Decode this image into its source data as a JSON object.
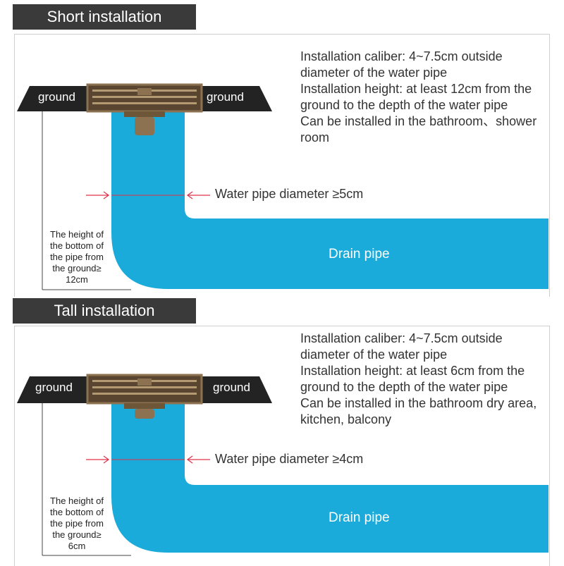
{
  "colors": {
    "title_bar": "#3a3a3a",
    "pipe_blue": "#1aabdb",
    "ground_slab": "#232323",
    "drain_brass": "#8c7250",
    "arrow_red": "#e0304a"
  },
  "short": {
    "title": "Short installation",
    "ground_left": "ground",
    "ground_right": "ground",
    "info": [
      "Installation caliber: 4~7.5cm outside diameter of the water pipe",
      "Installation height: at least 12cm from the ground to the depth of the water pipe",
      "Can be installed in the bathroom、shower room"
    ],
    "pipe_diameter": "Water pipe diameter ≥5cm",
    "drain_label": "Drain pipe",
    "height_note": "The height of the bottom of the pipe from the ground≥ 12cm"
  },
  "tall": {
    "title": "Tall installation",
    "ground_left": "ground",
    "ground_right": "ground",
    "info": [
      "Installation caliber: 4~7.5cm outside diameter of the water pipe",
      "Installation height: at least 6cm from the ground to the depth of the water pipe",
      "Can be installed in the bathroom dry area, kitchen, balcony"
    ],
    "pipe_diameter": "Water pipe diameter ≥4cm",
    "drain_label": "Drain pipe",
    "height_note": "The height of the bottom of the pipe from the ground≥ 6cm"
  }
}
